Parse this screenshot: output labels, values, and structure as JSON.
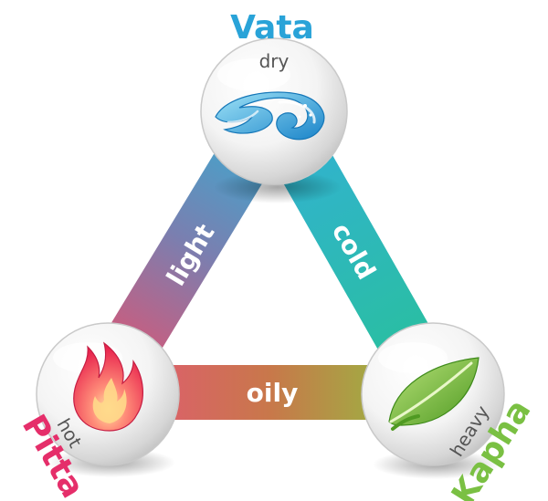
{
  "doshas": {
    "vata": {
      "name": "Vata",
      "quality": "dry",
      "color": "#29a3d8",
      "icon": "air-swirl-icon"
    },
    "pitta": {
      "name": "Pitta",
      "quality": "hot",
      "color": "#e52e6a",
      "icon": "fire-flame-icon"
    },
    "kapha": {
      "name": "Kapha",
      "quality": "heavy",
      "color": "#7ac043",
      "icon": "green-leaf-icon"
    }
  },
  "edges": {
    "vata_pitta": {
      "label": "light",
      "colors": [
        "#2fb2d6",
        "#e8506c"
      ]
    },
    "vata_kapha": {
      "label": "cold",
      "colors": [
        "#33b0d8",
        "#28c198"
      ]
    },
    "pitta_kapha": {
      "label": "oily",
      "colors": [
        "#e45678",
        "#8dc63f"
      ]
    }
  }
}
